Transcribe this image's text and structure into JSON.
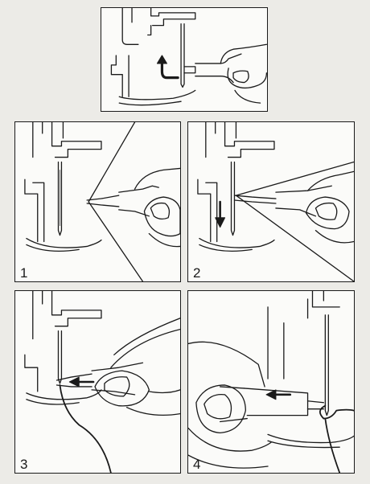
{
  "steps": [
    {
      "number": "1"
    },
    {
      "number": "2"
    },
    {
      "number": "3"
    },
    {
      "number": "4"
    }
  ],
  "colors": {
    "line": "#1a1a1a",
    "panel": "#fbfbf9",
    "background": "#ecebe7"
  },
  "icons": {
    "up_turn_arrow": "curved-arrow-up-icon",
    "down_arrow": "arrow-down-icon",
    "left_arrow": "arrow-left-icon"
  }
}
